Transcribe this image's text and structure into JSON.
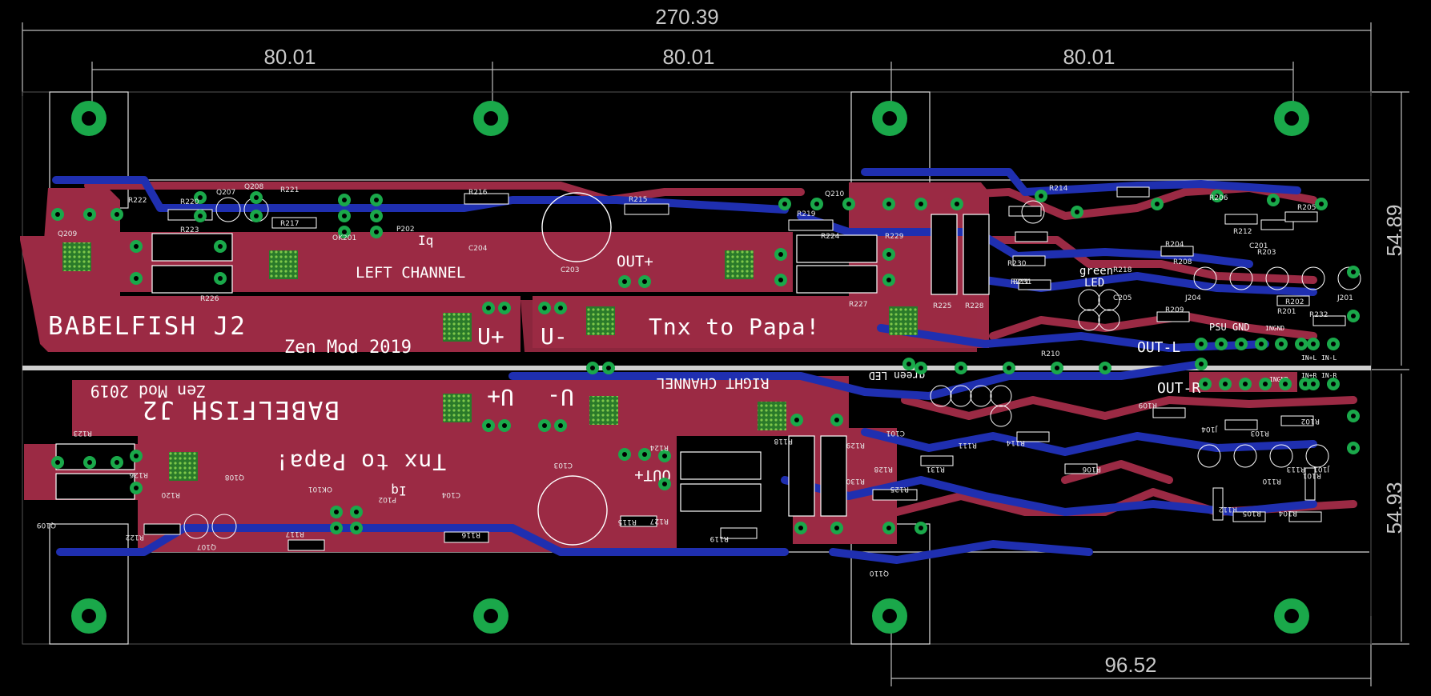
{
  "colors": {
    "background": "#000000",
    "top_copper": "#9b2a44",
    "bottom_copper": "#1f2fb0",
    "pad": "#1aa84a",
    "silkscreen": "#ffffff",
    "dimension": "#c0c0c0",
    "outline": "#d0d0d0"
  },
  "dimensions": {
    "total_width": "270.39",
    "span_left": "80.01",
    "span_mid": "80.01",
    "span_right": "80.01",
    "height_top": "54.89",
    "height_bottom": "54.93",
    "offset_bottom": "96.52"
  },
  "top_channel": {
    "title": "BABELFISH J2",
    "author": "Zen Mod 2019",
    "thanks": "Tnx to Papa!",
    "channel_label": "LEFT CHANNEL",
    "out_plus": "OUT+",
    "u_plus": "U+",
    "u_minus": "U-",
    "iq": "Iq",
    "led_label_1": "green",
    "led_label_2": "LED",
    "out_l": "OUT-L",
    "psu_gnd": "PSU GND",
    "in_gnd": "INGND",
    "in_l": "IN+L",
    "in_l2": "IN-L",
    "parts": [
      "R222",
      "R220",
      "R223",
      "Q207",
      "Q208",
      "Q209",
      "R221",
      "R217",
      "OK201",
      "P202",
      "R216",
      "C204",
      "C203",
      "R215",
      "R219",
      "R224",
      "R227",
      "R226",
      "Q210",
      "R229",
      "R230",
      "R231",
      "R225",
      "R228",
      "R218",
      "R211",
      "C205",
      "R214",
      "R209",
      "R208",
      "R212",
      "R206",
      "R205",
      "R204",
      "R202",
      "R201",
      "C201",
      "R232",
      "R203",
      "J204",
      "J201",
      "R210"
    ]
  },
  "bottom_channel": {
    "title": "BABELFISH J2",
    "author": "Zen Mod 2019",
    "thanks": "Tnx to Papa!",
    "channel_label": "RIGHT CHANNEL",
    "out_plus": "OUT+",
    "u_plus": "U+",
    "u_minus": "U-",
    "iq": "Iq",
    "led_label": "green LED",
    "out_r": "OUT-R",
    "in_gnd": "INGND",
    "in_r": "IN+R",
    "in_r2": "IN-R",
    "parts": [
      "R123",
      "R126",
      "R120",
      "R122",
      "Q107",
      "Q108",
      "Q109",
      "R117",
      "OK101",
      "P102",
      "R116",
      "C104",
      "C103",
      "R115",
      "R119",
      "R124",
      "R127",
      "R118",
      "Q110",
      "R129",
      "R130",
      "R131",
      "R125",
      "R128",
      "R114",
      "R111",
      "C101",
      "R109",
      "R106",
      "R105",
      "R104",
      "R103",
      "R102",
      "R101",
      "R113",
      "R112",
      "R110",
      "J104",
      "J101"
    ]
  }
}
